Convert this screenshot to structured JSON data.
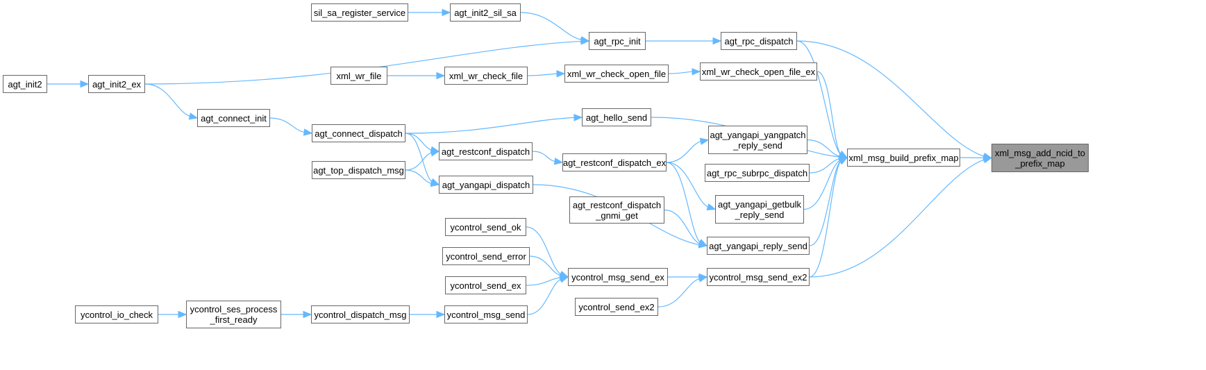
{
  "graph": {
    "type": "caller-graph",
    "edge_color": "#63b8ff",
    "current_fill": "#999999",
    "nodes": {
      "sil_sa_register_service": {
        "lines": [
          "sil_sa_register_service"
        ]
      },
      "agt_init2_sil_sa": {
        "lines": [
          "agt_init2_sil_sa"
        ]
      },
      "agt_rpc_init": {
        "lines": [
          "agt_rpc_init"
        ]
      },
      "agt_rpc_dispatch": {
        "lines": [
          "agt_rpc_dispatch"
        ]
      },
      "agt_init2": {
        "lines": [
          "agt_init2"
        ]
      },
      "agt_init2_ex": {
        "lines": [
          "agt_init2_ex"
        ]
      },
      "xml_wr_file": {
        "lines": [
          "xml_wr_file"
        ]
      },
      "xml_wr_check_file": {
        "lines": [
          "xml_wr_check_file"
        ]
      },
      "xml_wr_check_open_file": {
        "lines": [
          "xml_wr_check_open_file"
        ]
      },
      "xml_wr_check_open_file_ex": {
        "lines": [
          "xml_wr_check_open_file_ex"
        ]
      },
      "agt_connect_init": {
        "lines": [
          "agt_connect_init"
        ]
      },
      "agt_hello_send": {
        "lines": [
          "agt_hello_send"
        ]
      },
      "agt_connect_dispatch": {
        "lines": [
          "agt_connect_dispatch"
        ]
      },
      "agt_yangapi_yangpatch_reply_send": {
        "lines": [
          "agt_yangapi_yangpatch",
          "_reply_send"
        ]
      },
      "agt_restconf_dispatch": {
        "lines": [
          "agt_restconf_dispatch"
        ]
      },
      "agt_restconf_dispatch_ex": {
        "lines": [
          "agt_restconf_dispatch_ex"
        ]
      },
      "xml_msg_build_prefix_map": {
        "lines": [
          "xml_msg_build_prefix_map"
        ]
      },
      "xml_msg_add_ncid_to_prefix_map": {
        "lines": [
          "xml_msg_add_ncid_to",
          "_prefix_map"
        ]
      },
      "agt_top_dispatch_msg": {
        "lines": [
          "agt_top_dispatch_msg"
        ]
      },
      "agt_rpc_subrpc_dispatch": {
        "lines": [
          "agt_rpc_subrpc_dispatch"
        ]
      },
      "agt_yangapi_dispatch": {
        "lines": [
          "agt_yangapi_dispatch"
        ]
      },
      "agt_yangapi_getbulk_reply_send": {
        "lines": [
          "agt_yangapi_getbulk",
          "_reply_send"
        ]
      },
      "agt_restconf_dispatch_gnmi_get": {
        "lines": [
          "agt_restconf_dispatch",
          "_gnmi_get"
        ]
      },
      "ycontrol_send_ok": {
        "lines": [
          "ycontrol_send_ok"
        ]
      },
      "agt_yangapi_reply_send": {
        "lines": [
          "agt_yangapi_reply_send"
        ]
      },
      "ycontrol_send_error": {
        "lines": [
          "ycontrol_send_error"
        ]
      },
      "ycontrol_msg_send_ex": {
        "lines": [
          "ycontrol_msg_send_ex"
        ]
      },
      "ycontrol_msg_send_ex2": {
        "lines": [
          "ycontrol_msg_send_ex2"
        ]
      },
      "ycontrol_send_ex": {
        "lines": [
          "ycontrol_send_ex"
        ]
      },
      "ycontrol_send_ex2": {
        "lines": [
          "ycontrol_send_ex2"
        ]
      },
      "ycontrol_io_check": {
        "lines": [
          "ycontrol_io_check"
        ]
      },
      "ycontrol_ses_process_first_ready": {
        "lines": [
          "ycontrol_ses_process",
          "_first_ready"
        ]
      },
      "ycontrol_dispatch_msg": {
        "lines": [
          "ycontrol_dispatch_msg"
        ]
      },
      "ycontrol_msg_send": {
        "lines": [
          "ycontrol_msg_send"
        ]
      }
    },
    "current": "xml_msg_add_ncid_to_prefix_map",
    "edges": [
      [
        "sil_sa_register_service",
        "agt_init2_sil_sa"
      ],
      [
        "agt_init2_sil_sa",
        "agt_rpc_init"
      ],
      [
        "agt_init2_ex",
        "agt_rpc_init"
      ],
      [
        "agt_rpc_init",
        "agt_rpc_dispatch"
      ],
      [
        "agt_rpc_dispatch",
        "xml_msg_build_prefix_map"
      ],
      [
        "agt_rpc_dispatch",
        "xml_msg_add_ncid_to_prefix_map"
      ],
      [
        "agt_init2",
        "agt_init2_ex"
      ],
      [
        "agt_init2_ex",
        "agt_connect_init"
      ],
      [
        "agt_connect_init",
        "agt_connect_dispatch"
      ],
      [
        "xml_wr_file",
        "xml_wr_check_file"
      ],
      [
        "xml_wr_check_file",
        "xml_wr_check_open_file"
      ],
      [
        "xml_wr_check_open_file",
        "xml_wr_check_open_file_ex"
      ],
      [
        "xml_wr_check_open_file_ex",
        "xml_msg_build_prefix_map"
      ],
      [
        "agt_connect_dispatch",
        "agt_hello_send"
      ],
      [
        "agt_hello_send",
        "xml_msg_build_prefix_map"
      ],
      [
        "agt_connect_dispatch",
        "agt_restconf_dispatch"
      ],
      [
        "agt_connect_dispatch",
        "agt_yangapi_dispatch"
      ],
      [
        "agt_top_dispatch_msg",
        "agt_restconf_dispatch"
      ],
      [
        "agt_top_dispatch_msg",
        "agt_yangapi_dispatch"
      ],
      [
        "agt_restconf_dispatch",
        "agt_restconf_dispatch_ex"
      ],
      [
        "agt_restconf_dispatch_ex",
        "agt_yangapi_yangpatch_reply_send"
      ],
      [
        "agt_restconf_dispatch_ex",
        "agt_yangapi_getbulk_reply_send"
      ],
      [
        "agt_restconf_dispatch_ex",
        "agt_yangapi_reply_send"
      ],
      [
        "agt_yangapi_yangpatch_reply_send",
        "xml_msg_build_prefix_map"
      ],
      [
        "agt_rpc_subrpc_dispatch",
        "xml_msg_build_prefix_map"
      ],
      [
        "agt_yangapi_getbulk_reply_send",
        "xml_msg_build_prefix_map"
      ],
      [
        "agt_yangapi_reply_send",
        "xml_msg_build_prefix_map"
      ],
      [
        "agt_yangapi_dispatch",
        "agt_yangapi_reply_send"
      ],
      [
        "agt_restconf_dispatch_gnmi_get",
        "agt_yangapi_reply_send"
      ],
      [
        "xml_msg_build_prefix_map",
        "xml_msg_add_ncid_to_prefix_map"
      ],
      [
        "ycontrol_send_ok",
        "ycontrol_msg_send_ex"
      ],
      [
        "ycontrol_send_error",
        "ycontrol_msg_send_ex"
      ],
      [
        "ycontrol_send_ex",
        "ycontrol_msg_send_ex"
      ],
      [
        "ycontrol_msg_send",
        "ycontrol_msg_send_ex"
      ],
      [
        "ycontrol_msg_send_ex",
        "ycontrol_msg_send_ex2"
      ],
      [
        "ycontrol_msg_send_ex2",
        "xml_msg_build_prefix_map"
      ],
      [
        "ycontrol_msg_send_ex2",
        "xml_msg_add_ncid_to_prefix_map"
      ],
      [
        "ycontrol_send_ex2",
        "ycontrol_msg_send_ex2"
      ],
      [
        "ycontrol_io_check",
        "ycontrol_ses_process_first_ready"
      ],
      [
        "ycontrol_ses_process_first_ready",
        "ycontrol_dispatch_msg"
      ],
      [
        "ycontrol_dispatch_msg",
        "ycontrol_msg_send"
      ]
    ]
  }
}
